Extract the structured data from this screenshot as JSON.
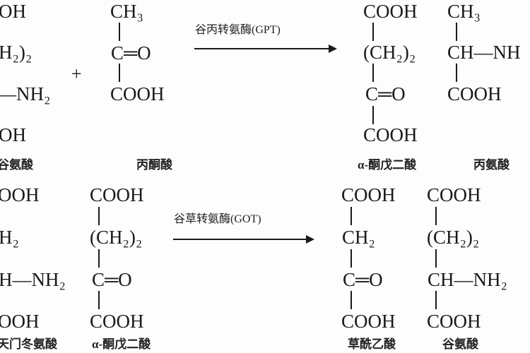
{
  "reaction_gpt": {
    "glutamate_partial": [
      "OH",
      "H₂)₂",
      "—NH₂",
      "OH"
    ],
    "glutamate_label": "谷氨酸",
    "plus": "+",
    "pyruvate": [
      "CH₃",
      "C═O",
      "COOH"
    ],
    "pyruvate_label": "丙酮酸",
    "enzyme": "谷丙转氨酶(GPT)",
    "akg": [
      "COOH",
      "(CH₂)₂",
      "C═O",
      "COOH"
    ],
    "akg_label": "α-酮戊二酸",
    "alanine": [
      "CH₃",
      "CH—NH",
      "COOH"
    ],
    "alanine_label": "丙氨酸"
  },
  "reaction_got": {
    "aspartate_partial": [
      "OOH",
      "H₂",
      "H—NH₂",
      "OOH"
    ],
    "aspartate_label": "天门冬氨酸",
    "akg": [
      "COOH",
      "(CH₂)₂",
      "C═O",
      "COOH"
    ],
    "akg_label": "α-酮戊二酸",
    "enzyme": "谷草转氨酶(GOT)",
    "oxaloacetate": [
      "COOH",
      "CH₂",
      "C═O",
      "COOH"
    ],
    "oxaloacetate_label": "草酰乙酸",
    "glutamate": [
      "COOH",
      "(CH₂)₂",
      "CH—NH₂",
      "COOH"
    ],
    "glutamate_label": "谷氨酸"
  }
}
